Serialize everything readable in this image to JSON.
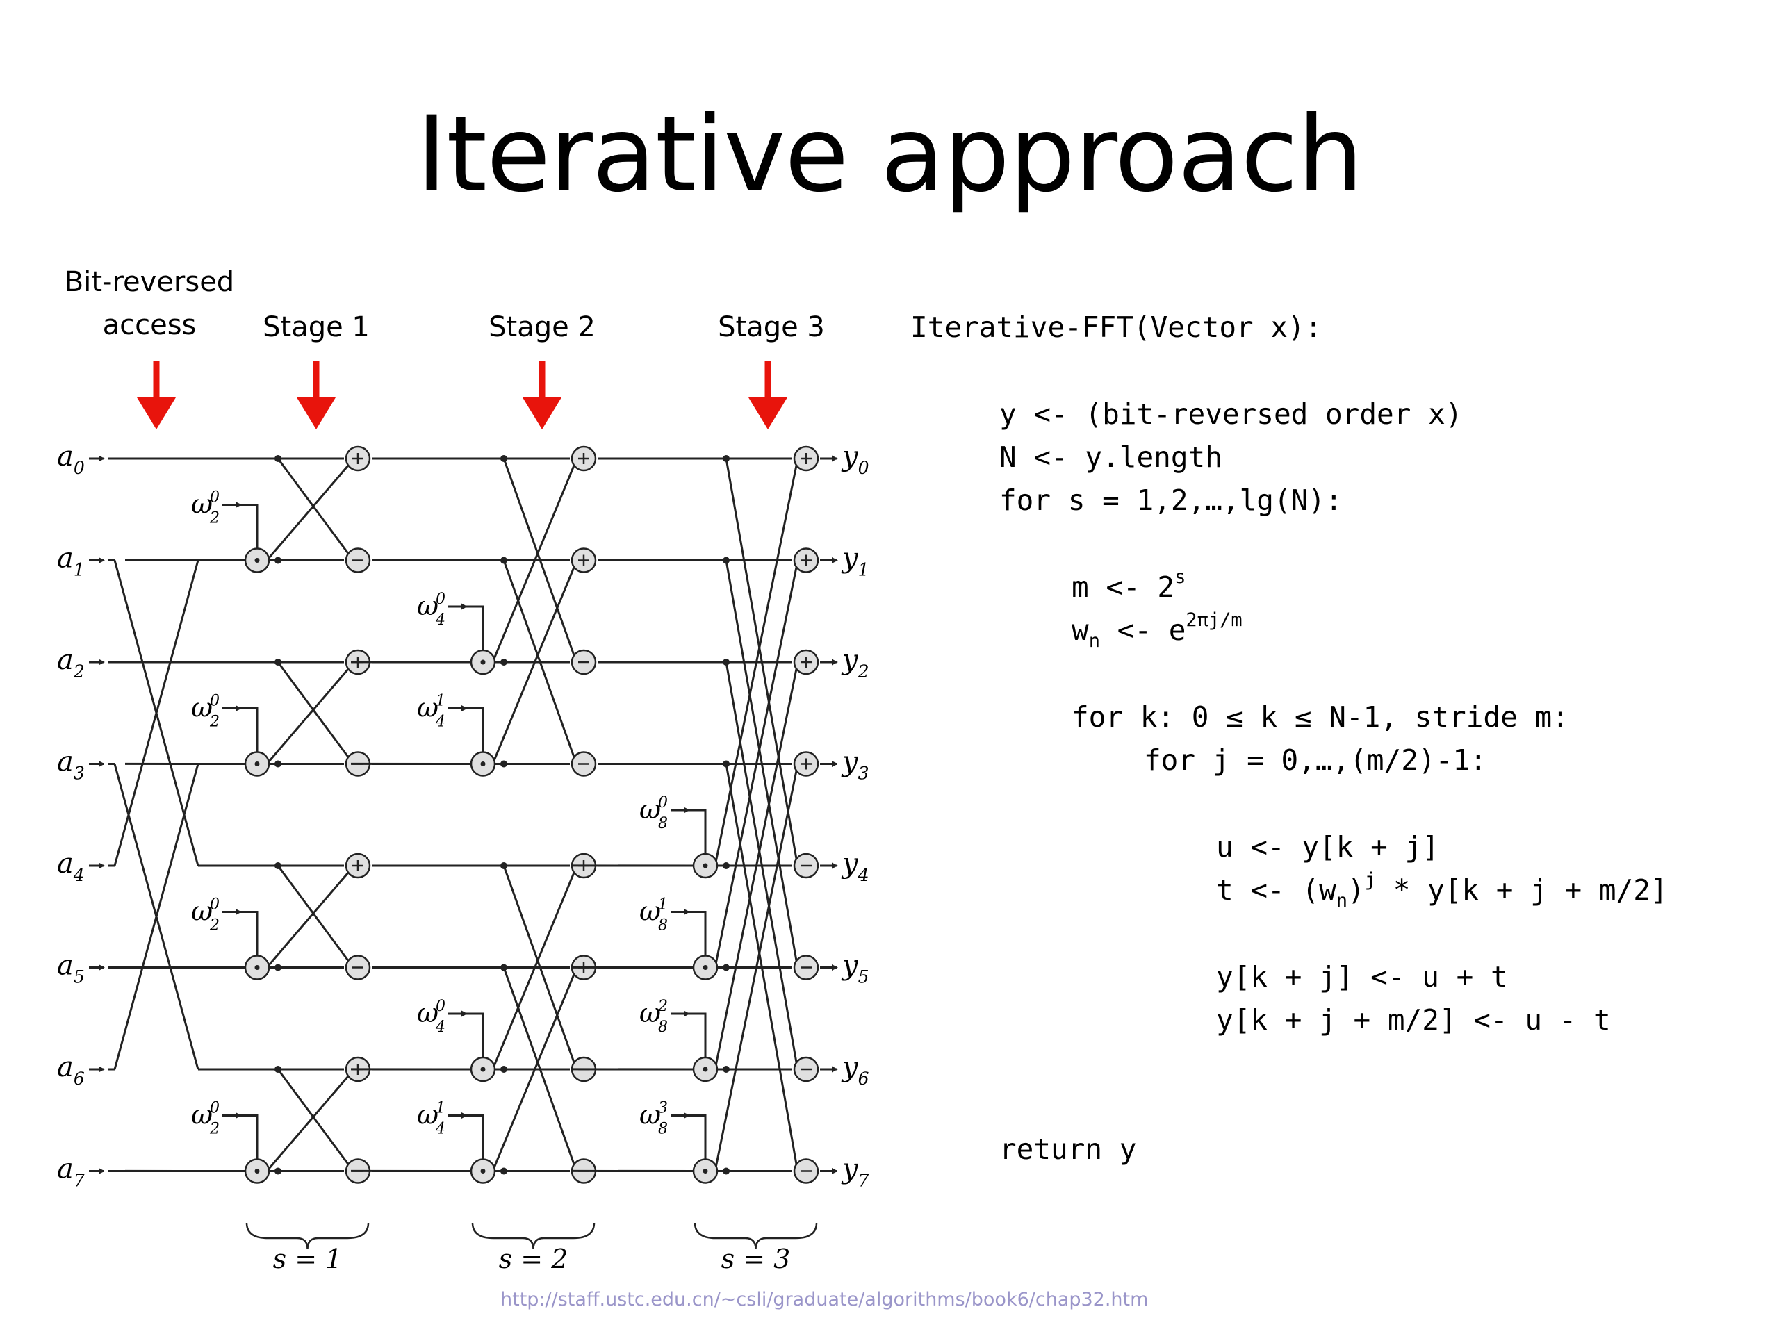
{
  "title": "Iterative approach",
  "stage_labels": {
    "bit_reversed": "Bit-reversed access",
    "stage1": "Stage 1",
    "stage2": "Stage 2",
    "stage3": "Stage 3"
  },
  "colors": {
    "arrow": "#e8140c",
    "node_fill": "#e0e0e0",
    "wire": "#222222",
    "url": "#9a95c9"
  },
  "diagram": {
    "inputs": [
      "a0",
      "a1",
      "a2",
      "a3",
      "a4",
      "a5",
      "a6",
      "a7"
    ],
    "outputs": [
      "y0",
      "y1",
      "y2",
      "y3",
      "y4",
      "y5",
      "y6",
      "y7"
    ],
    "bit_reversal_map": [
      0,
      4,
      2,
      6,
      1,
      5,
      3,
      7
    ],
    "stage_spans": [
      1,
      2,
      4
    ],
    "twiddles": [
      [
        "w2^0",
        "w2^0",
        "w2^0",
        "w2^0"
      ],
      [
        "w4^0",
        "w4^1",
        "w4^0",
        "w4^1"
      ],
      [
        "w8^0",
        "w8^1",
        "w8^2",
        "w8^3"
      ]
    ],
    "stage_braces": [
      "s = 1",
      "s = 2",
      "s = 3"
    ]
  },
  "code": {
    "header": "Iterative-FFT(Vector x):",
    "l1": "y <- (bit-reversed order x)",
    "l2": "N <- y.length",
    "l3": "for s = 1,2,…,lg(N):",
    "l4_pre": "m <- 2",
    "l4_sup": "s",
    "l5_w": "w",
    "l5_sub": "n",
    "l5_mid": " <- e",
    "l5_sup": "2πj/m",
    "l6": "for k: 0 ≤ k ≤ N-1, stride m:",
    "l7": "for j = 0,…,(m/2)-1:",
    "l8": "u <- y[k + j]",
    "l9_a": "t <- (w",
    "l9_sub": "n",
    "l9_b": ")",
    "l9_sup": "j",
    "l9_c": " * y[k + j + m/2]",
    "l10": "y[k + j] <- u + t",
    "l11": "y[k + j + m/2] <- u - t",
    "l12": "return y"
  },
  "source_url": "http://staff.ustc.edu.cn/~csli/graduate/algorithms/book6/chap32.htm"
}
